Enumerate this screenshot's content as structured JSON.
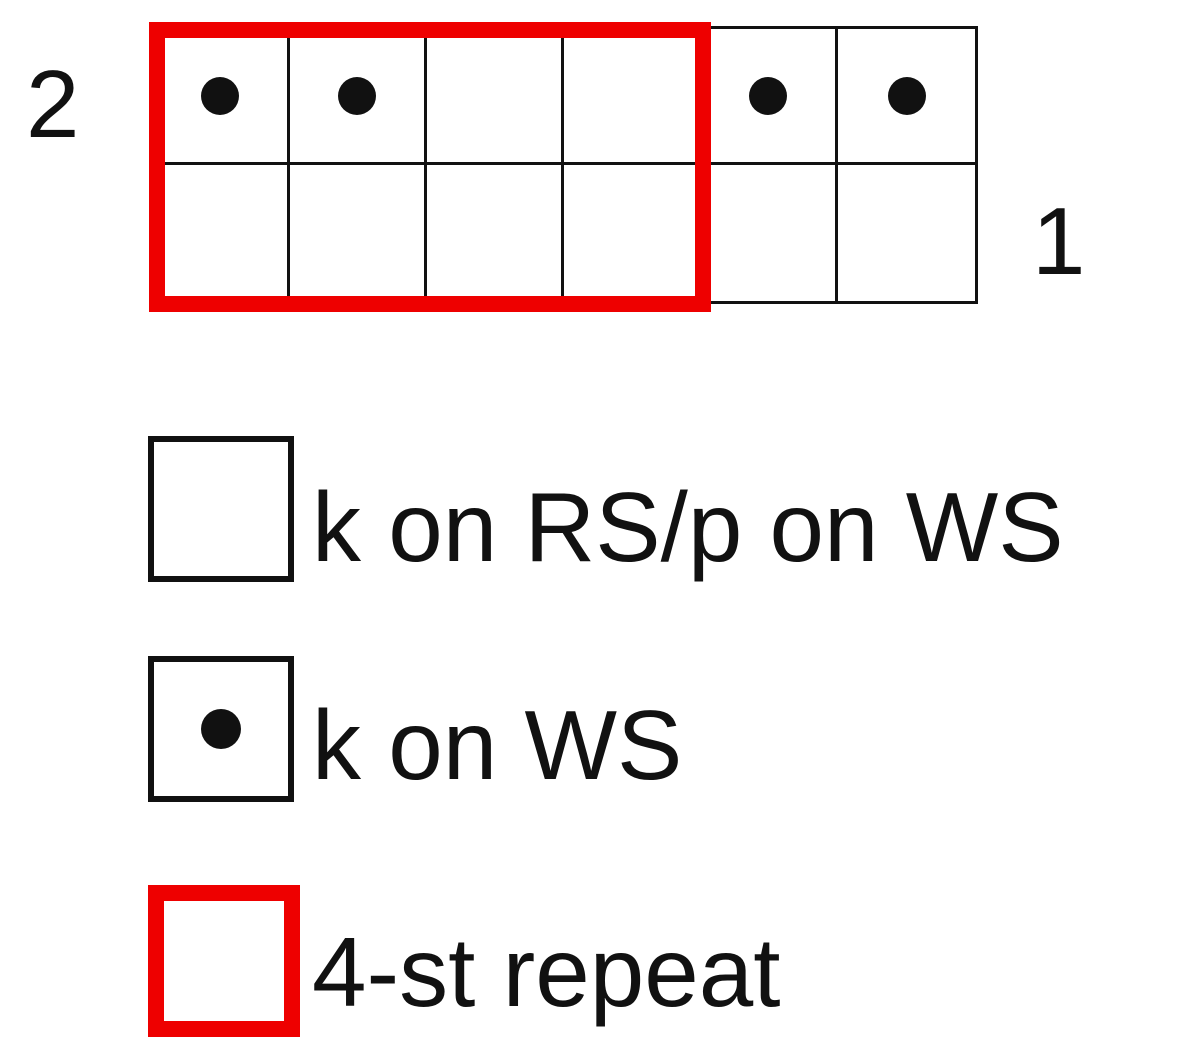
{
  "chart": {
    "row_labels": {
      "row2": "2",
      "row1": "1"
    },
    "columns": 6,
    "rows": [
      {
        "row": 2,
        "cells": [
          "dot",
          "dot",
          "empty",
          "empty",
          "dot",
          "dot"
        ]
      },
      {
        "row": 1,
        "cells": [
          "empty",
          "empty",
          "empty",
          "empty",
          "empty",
          "empty"
        ]
      }
    ],
    "repeat_columns": [
      1,
      2,
      3,
      4
    ]
  },
  "legend": {
    "items": [
      {
        "symbol": "empty-square",
        "label": "k on RS/p on WS"
      },
      {
        "symbol": "dot-square",
        "label": "k on WS"
      },
      {
        "symbol": "red-square",
        "label": "4-st repeat"
      }
    ]
  },
  "colors": {
    "grid": "#111111",
    "repeat": "#ee0000",
    "background": "#ffffff"
  }
}
